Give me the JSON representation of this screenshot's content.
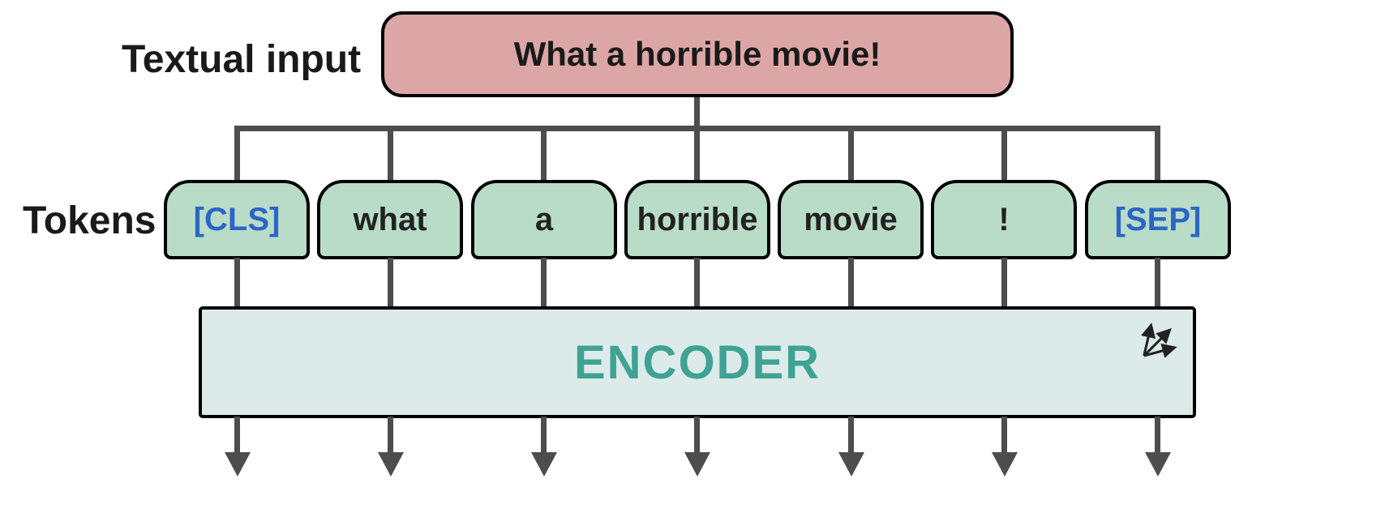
{
  "labels": {
    "textual_input": "Textual input",
    "tokens": "Tokens"
  },
  "input_box": {
    "text": "What a horrible movie!"
  },
  "tokens": {
    "items": [
      {
        "label": "[CLS]",
        "special": true
      },
      {
        "label": "what",
        "special": false
      },
      {
        "label": "a",
        "special": false
      },
      {
        "label": "horrible",
        "special": false
      },
      {
        "label": "movie",
        "special": false
      },
      {
        "label": "!",
        "special": false
      },
      {
        "label": "[SEP]",
        "special": true
      }
    ]
  },
  "encoder": {
    "label": "ENCODER"
  },
  "colors": {
    "input_fill": "#dda6a6",
    "token_fill": "#b9dcc8",
    "encoder_fill": "#dcebe9",
    "encoder_text": "#3fa294",
    "special_token_text": "#2a66c5",
    "line": "#4d4d4d"
  }
}
